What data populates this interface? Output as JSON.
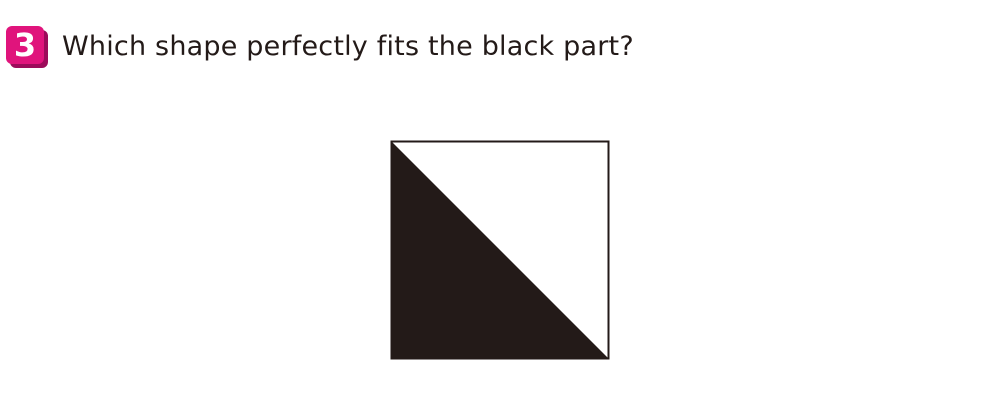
{
  "question": {
    "number": "3",
    "text": "Which shape perfectly fits the black part?"
  },
  "colors": {
    "badge": "#e0147c",
    "badge_shadow": "#9c0b5a",
    "fill": "#231a18",
    "outline": "#231a18"
  },
  "figure": {
    "outer_shape": "square",
    "filled_region": "lower-left triangle"
  }
}
